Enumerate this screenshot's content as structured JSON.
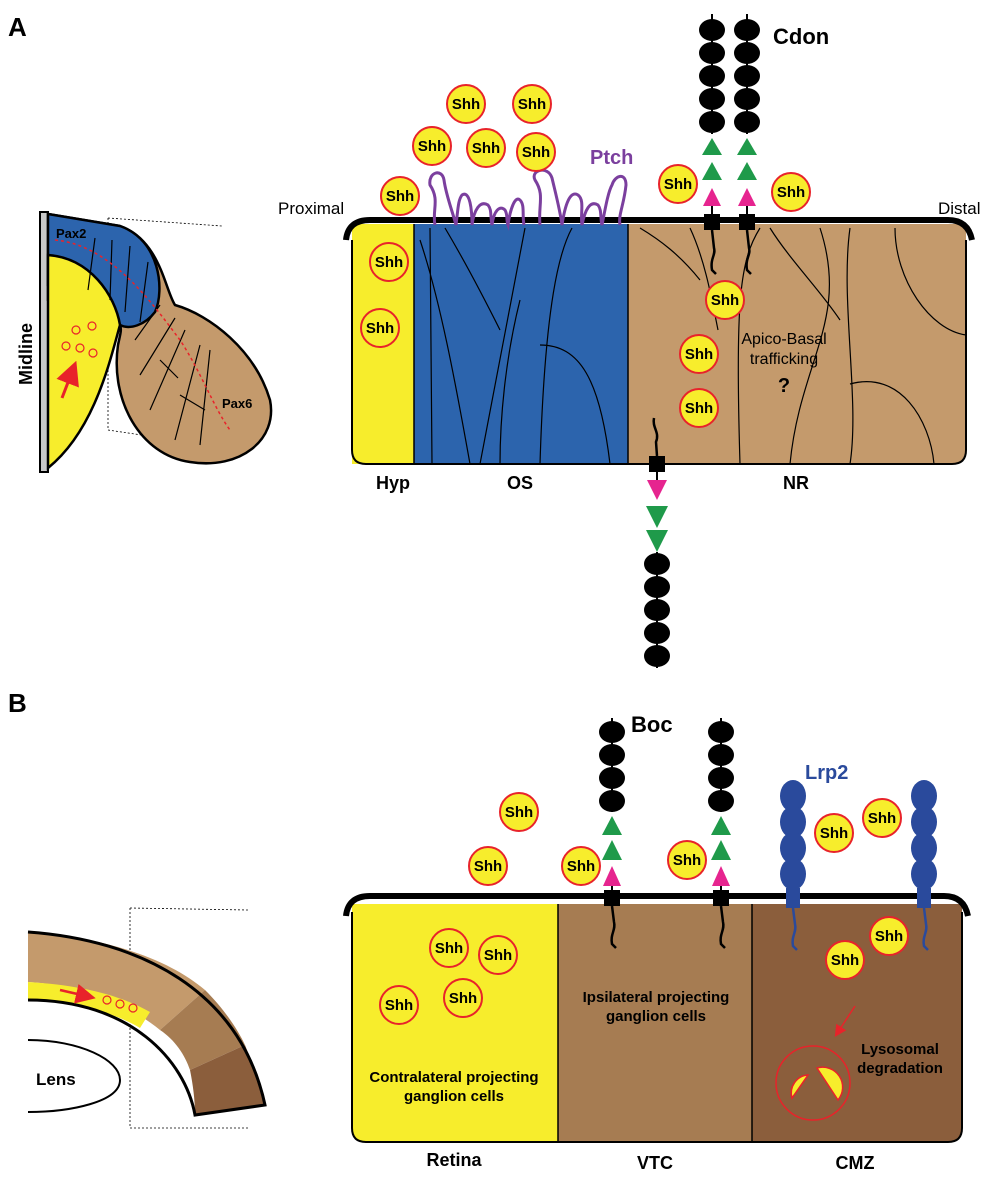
{
  "panels": {
    "a": {
      "letter": "A"
    },
    "b": {
      "letter": "B"
    }
  },
  "labels": {
    "shh": "Shh",
    "midline": "Midline",
    "pax2": "Pax2",
    "pax6": "Pax6",
    "proximal": "Proximal",
    "distal": "Distal",
    "ptch": "Ptch",
    "cdon": "Cdon",
    "apico_line1": "Apico-Basal",
    "apico_line2": "trafficking",
    "question": "?",
    "hyp": "Hyp",
    "os": "OS",
    "nr": "NR",
    "boc": "Boc",
    "lrp2": "Lrp2",
    "lens": "Lens",
    "ipsi_line1": "Ipsilateral projecting",
    "ipsi_line2": "ganglion cells",
    "contra_line1": "Contralateral projecting",
    "contra_line2": "ganglion cells",
    "lyso_line1": "Lysosomal",
    "lyso_line2": "degradation",
    "retina": "Retina",
    "vtc": "VTC",
    "cmz": "CMZ"
  },
  "colors": {
    "yellow": "#f7ed2c",
    "blue": "#2c64ad",
    "tan": "#c49a6c",
    "brown_mid": "#a67c52",
    "brown_dark": "#8b5e3c",
    "shh_ring": "#e8232a",
    "ptch_purple": "#7b3f9e",
    "lrp2_blue": "#2a4a9c",
    "magenta": "#e6248f",
    "green": "#1f9a4a",
    "red_arrow": "#e8232a"
  }
}
